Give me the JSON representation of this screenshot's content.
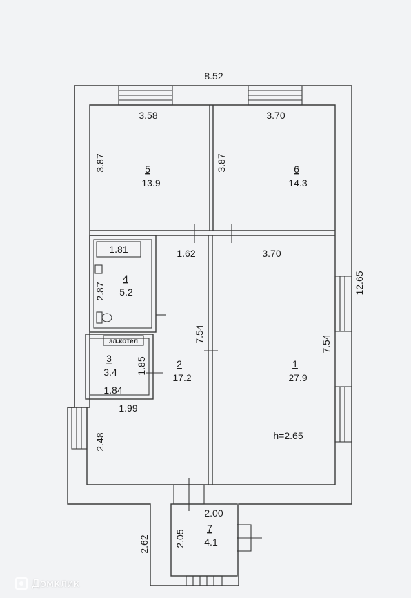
{
  "plan": {
    "overall": {
      "width": "8.52",
      "height": "12.65"
    },
    "rooms": [
      {
        "number": "1",
        "area": "27.9"
      },
      {
        "number": "2",
        "area": "17.2"
      },
      {
        "number": "3",
        "area": "3.4"
      },
      {
        "number": "4",
        "area": "5.2"
      },
      {
        "number": "5",
        "area": "13.9"
      },
      {
        "number": "6",
        "area": "14.3"
      },
      {
        "number": "7",
        "area": "4.1"
      }
    ],
    "dimensions": {
      "room5_width": "3.58",
      "room6_width": "3.70",
      "room5_height": "3.87",
      "room6_height": "3.87",
      "bath_width": "1.81",
      "corridor_width": "1.62",
      "room1_width": "3.70",
      "bath_height": "2.87",
      "corridor_height": "7.54",
      "room1_height": "7.54",
      "boiler_height": "1.85",
      "boiler_width": "1.84",
      "hall_width": "1.99",
      "hall_height": "2.48",
      "porch_width": "2.00",
      "porch_height": "2.05",
      "porch_outer_height": "2.62"
    },
    "ceiling_height": "h=2.65",
    "boiler_label": "эл.котел"
  },
  "watermark": {
    "text": "Домклик"
  }
}
